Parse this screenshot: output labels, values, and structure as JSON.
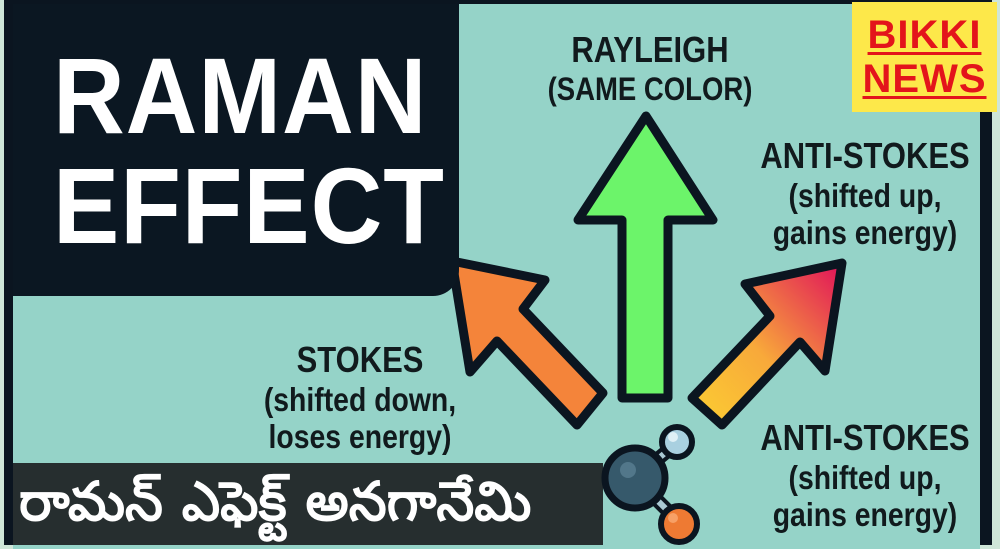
{
  "title": {
    "line1": "RAMAN",
    "line2": "EFFECT"
  },
  "badge": {
    "line1": "BIKKI",
    "line2": "NEWS",
    "background_color": "#fde84a",
    "text_color": "#e3141b"
  },
  "labels": {
    "rayleigh": {
      "heading": "RAYLEIGH",
      "subtext": "(SAME COLOR)"
    },
    "anti_stokes_top": {
      "heading": "ANTI-STOKES",
      "subtext_line1": "(shifted up,",
      "subtext_line2": "gains energy)"
    },
    "stokes": {
      "heading": "STOKES",
      "subtext_line1": "(shifted down,",
      "subtext_line2": "loses energy)"
    },
    "anti_stokes_bottom": {
      "heading": "ANTI-STOKES",
      "subtext_line1": "(shifted up,",
      "subtext_line2": "gains energy)"
    }
  },
  "arrows": [
    {
      "name": "rayleigh-arrow",
      "direction": "up",
      "color": "#6cf46a"
    },
    {
      "name": "stokes-arrow",
      "direction": "up-left",
      "color": "#f4843a"
    },
    {
      "name": "anti-stokes-arrow",
      "direction": "up-right",
      "gradient": [
        "#fbcf32",
        "#e0105a"
      ]
    }
  ],
  "molecule": {
    "atoms": [
      {
        "role": "center",
        "color": "#36596b"
      },
      {
        "role": "top",
        "color": "#a9d0e0"
      },
      {
        "role": "bottom",
        "color": "#ee7a33"
      }
    ]
  },
  "caption": {
    "text": "రామన్ ఎఫెక్ట్ అనగానేమి"
  },
  "colors": {
    "frame": "#0b1520",
    "panel": "#95d3c8",
    "title_box": "#0b1722",
    "caption_strip": "#262e2f"
  }
}
